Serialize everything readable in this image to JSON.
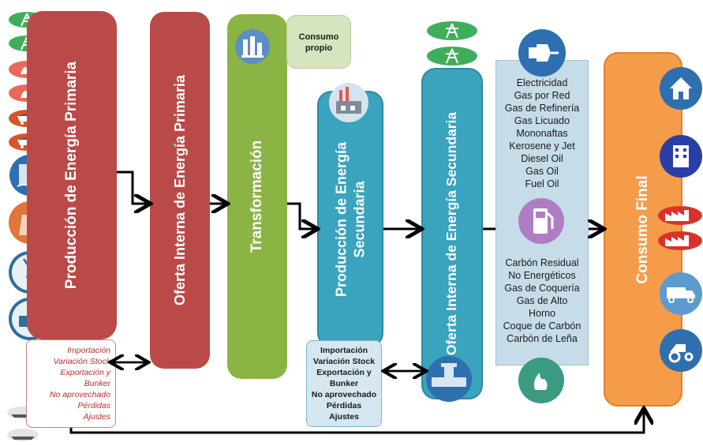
{
  "columns": {
    "primary_production": "Producción de Energía Primaria",
    "primary_internal_supply": "Oferta Interna de Energía Primaria",
    "transformation": "Transformación",
    "secondary_production_1": "Producción de Energía",
    "secondary_production_2": "Secundaria",
    "secondary_internal_supply": "Oferta Interna de Energía Secundaria",
    "final_consumption": "Consumo Final"
  },
  "own_consumption": {
    "line1": "Consumo",
    "line2": "propio"
  },
  "primary_adjustments": [
    "Importación",
    "Variación Stock",
    "Exportación y",
    "Bunker",
    "No aprovechado",
    "Pérdidas",
    "Ajustes"
  ],
  "secondary_adjustments": [
    "Importación",
    "Variación Stock",
    "Exportación y",
    "Bunker",
    "No aprovechado",
    "Pérdidas",
    "Ajustes"
  ],
  "secondary_products_top": [
    "Electricidad",
    "Gas por Red",
    "Gas de Refinería",
    "Gas Licuado",
    "Mononaftas",
    "Kerosene y Jet",
    "Diesel Oil",
    "Gas Oil",
    "Fuel Oil"
  ],
  "secondary_products_bottom": [
    "Carbón Residual",
    "No Energéticos",
    "Gas de Coquería",
    "Gas de Alto",
    "Horno",
    "Coque de Carbón",
    "Carbón de Leña"
  ],
  "colors": {
    "primary_red": "#b94a48",
    "transformation_green": "#8bb445",
    "own_consumption_green": "#d6e4bf",
    "secondary_teal": "#3aa3bd",
    "light_blue": "#c6dde9",
    "final_orange": "#f59c4b"
  }
}
